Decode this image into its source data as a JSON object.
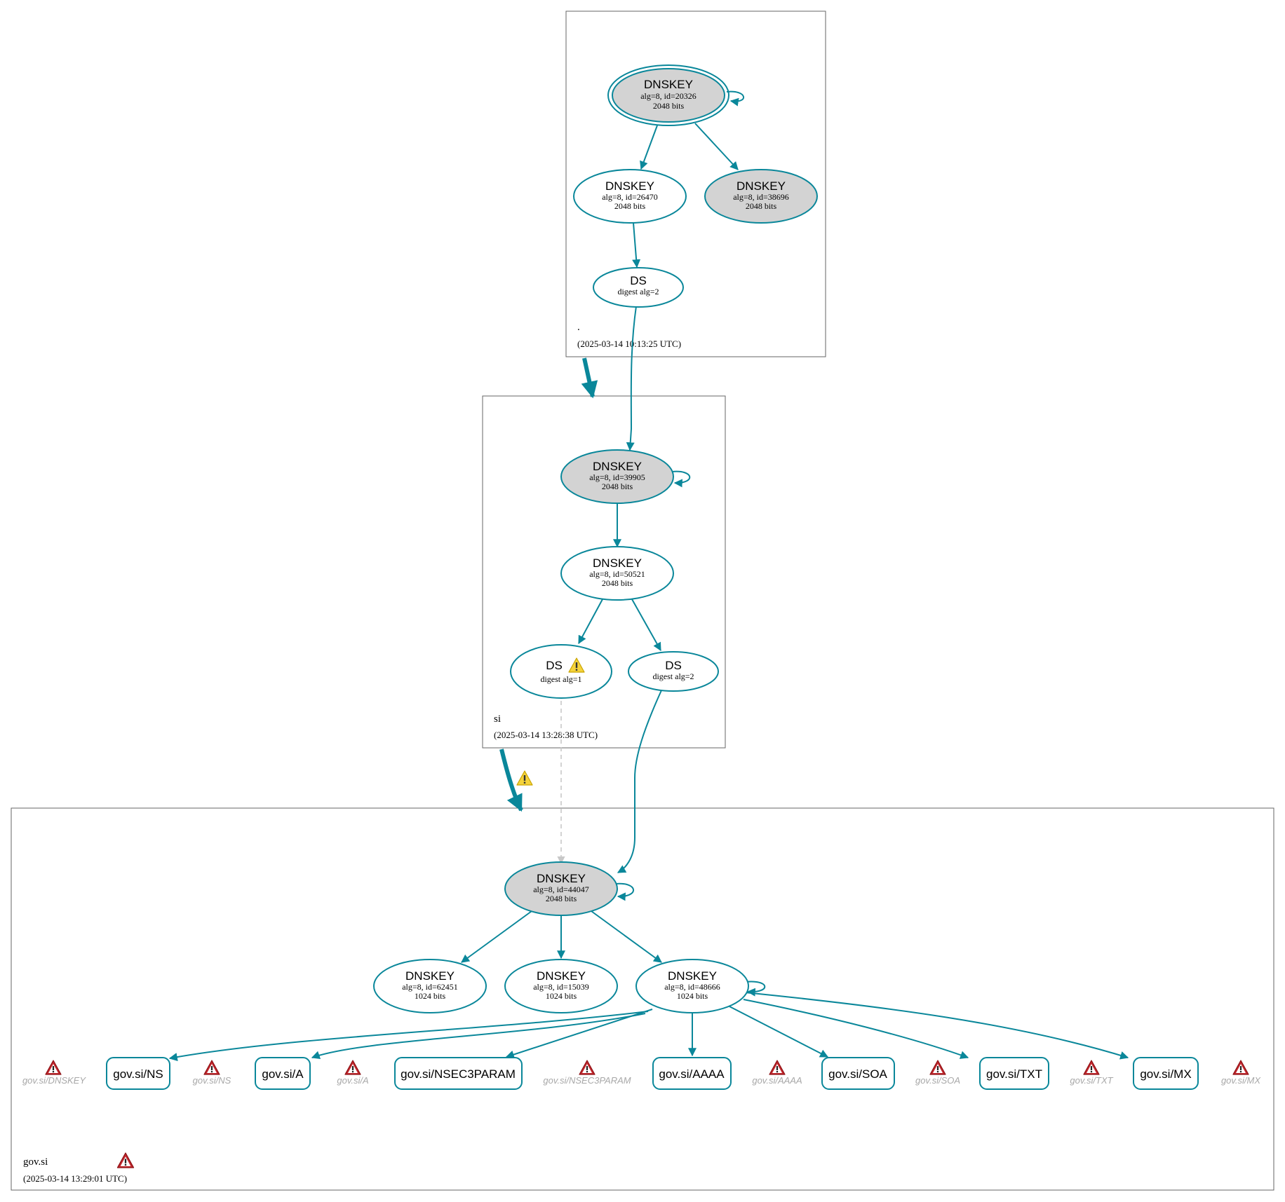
{
  "colors": {
    "edge": "#0a879a",
    "ksk_fill": "#d3d3d3",
    "zsk_fill": "#ffffff",
    "warning": "#f5d33b",
    "error": "#c1272d",
    "missing_text": "#a8a8a8",
    "dashed_edge": "#c8c8c8"
  },
  "zones": {
    "root": {
      "name": ".",
      "timestamp": "(2025-03-14 10:13:25 UTC)"
    },
    "si": {
      "name": "si",
      "timestamp": "(2025-03-14 13:28:38 UTC)"
    },
    "govsi": {
      "name": "gov.si",
      "timestamp": "(2025-03-14 13:29:01 UTC)"
    }
  },
  "nodes": {
    "root_ksk": {
      "type": "DNSKEY",
      "info": "alg=8, id=20326",
      "bits": "2048 bits"
    },
    "root_zsk": {
      "type": "DNSKEY",
      "info": "alg=8, id=26470",
      "bits": "2048 bits"
    },
    "root_ksk2": {
      "type": "DNSKEY",
      "info": "alg=8, id=38696",
      "bits": "2048 bits"
    },
    "root_ds": {
      "type": "DS",
      "info": "digest alg=2"
    },
    "si_ksk": {
      "type": "DNSKEY",
      "info": "alg=8, id=39905",
      "bits": "2048 bits"
    },
    "si_zsk": {
      "type": "DNSKEY",
      "info": "alg=8, id=50521",
      "bits": "2048 bits"
    },
    "si_ds1": {
      "type": "DS",
      "info": "digest alg=1"
    },
    "si_ds2": {
      "type": "DS",
      "info": "digest alg=2"
    },
    "gov_ksk": {
      "type": "DNSKEY",
      "info": "alg=8, id=44047",
      "bits": "2048 bits"
    },
    "gov_zsk1": {
      "type": "DNSKEY",
      "info": "alg=8, id=62451",
      "bits": "1024 bits"
    },
    "gov_zsk2": {
      "type": "DNSKEY",
      "info": "alg=8, id=15039",
      "bits": "1024 bits"
    },
    "gov_zsk3": {
      "type": "DNSKEY",
      "info": "alg=8, id=48666",
      "bits": "1024 bits"
    }
  },
  "rrsets": {
    "ns": "gov.si/NS",
    "a": "gov.si/A",
    "nsec3param": "gov.si/NSEC3PARAM",
    "aaaa": "gov.si/AAAA",
    "soa": "gov.si/SOA",
    "txt": "gov.si/TXT",
    "mx": "gov.si/MX"
  },
  "missing": {
    "dnskey": "gov.si/DNSKEY",
    "ns": "gov.si/NS",
    "a": "gov.si/A",
    "nsec3param": "gov.si/NSEC3PARAM",
    "aaaa": "gov.si/AAAA",
    "soa": "gov.si/SOA",
    "txt": "gov.si/TXT",
    "mx": "gov.si/MX"
  }
}
